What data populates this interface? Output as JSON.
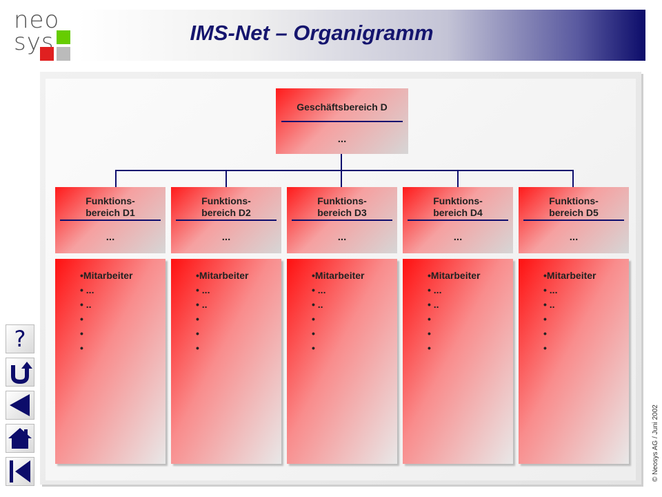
{
  "logo": {
    "line1": "neo",
    "line2": "sys",
    "colors": [
      "#66cc00",
      "#e02020",
      "#bbbbbb"
    ]
  },
  "header": {
    "title": "IMS-Net – Organigramm"
  },
  "org": {
    "top": {
      "title": "Geschäftsbereich D",
      "content": "..."
    },
    "units": [
      {
        "line1": "Funktions-",
        "line2": "bereich D1",
        "content": "...",
        "staff": [
          "•Mitarbeiter",
          "• ...",
          "• ..",
          "•",
          "•",
          "•"
        ]
      },
      {
        "line1": "Funktions-",
        "line2": "bereich D2",
        "content": "...",
        "staff": [
          "•Mitarbeiter",
          "• ...",
          "• ..",
          "•",
          "•",
          "•"
        ]
      },
      {
        "line1": "Funktions-",
        "line2": "bereich D3",
        "content": "...",
        "staff": [
          "•Mitarbeiter",
          "• ...",
          "• ..",
          "•",
          "•",
          "•"
        ]
      },
      {
        "line1": "Funktions-",
        "line2": "bereich D4",
        "content": "...",
        "staff": [
          "•Mitarbeiter",
          "• ...",
          "• ..",
          "•",
          "•",
          "•"
        ]
      },
      {
        "line1": "Funktions-",
        "line2": "bereich D5",
        "content": "...",
        "staff": [
          "•Mitarbeiter",
          "• ...",
          "• ..",
          "•",
          "•",
          "•"
        ]
      }
    ]
  },
  "nav": {
    "help": {
      "icon": "question-mark-icon",
      "label": "?"
    },
    "back": {
      "icon": "u-turn-return-icon"
    },
    "previous": {
      "icon": "triangle-left-icon"
    },
    "home": {
      "icon": "home-icon"
    },
    "first": {
      "icon": "skip-to-start-icon"
    }
  },
  "footer": {
    "copyright": "© Neosys AG / Juni 2002"
  },
  "colors": {
    "title": "#15156e",
    "rule": "#0d0d6e",
    "box_red": "#ff1a1a"
  }
}
